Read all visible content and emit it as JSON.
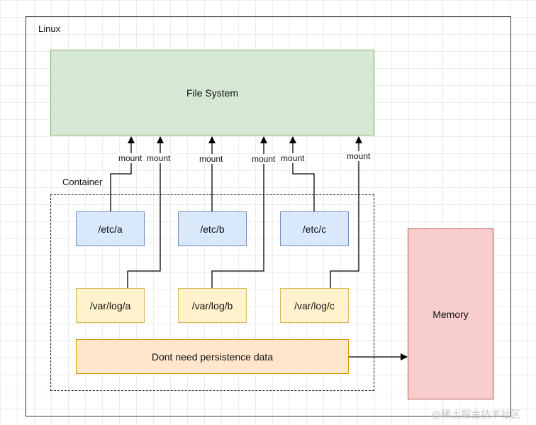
{
  "linux": {
    "label": "Linux"
  },
  "filesystem": {
    "label": "File System",
    "fill": "#d5e8d4",
    "stroke": "#82b366"
  },
  "container": {
    "label": "Container"
  },
  "etc": {
    "items": [
      "/etc/a",
      "/etc/b",
      "/etc/c"
    ],
    "fill": "#dae8fc",
    "stroke": "#6c8ebf"
  },
  "varlog": {
    "items": [
      "/var/log/a",
      "/var/log/b",
      "/var/log/c"
    ],
    "fill": "#fff2cc",
    "stroke": "#d6b656"
  },
  "nopersist": {
    "label": "Dont need persistence data",
    "fill": "#ffe6cc",
    "stroke": "#d79b00"
  },
  "memory": {
    "label": "Memory",
    "fill": "#f8cecc",
    "stroke": "#b85450"
  },
  "mount_label": "mount",
  "watermark": "@稀土掘金技术社区"
}
